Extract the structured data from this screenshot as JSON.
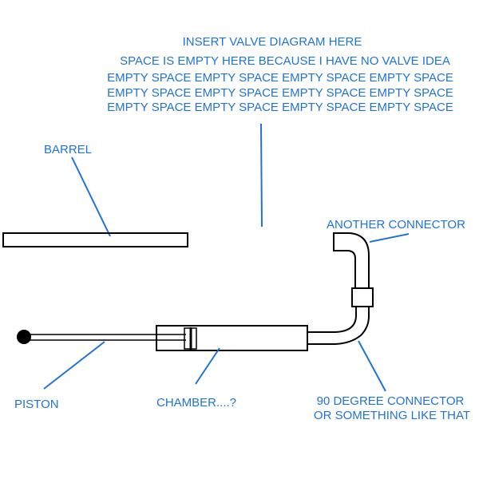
{
  "header": {
    "title": "INSERT VALVE DIAGRAM HERE",
    "lines": [
      "SPACE IS EMPTY HERE BECAUSE I HAVE NO VALVE IDEA",
      "EMPTY SPACE EMPTY SPACE EMPTY SPACE EMPTY SPACE",
      "EMPTY SPACE EMPTY SPACE EMPTY SPACE EMPTY SPACE",
      "EMPTY SPACE EMPTY SPACE EMPTY SPACE EMPTY SPACE"
    ]
  },
  "labels": {
    "barrel": "BARREL",
    "another_connector": "ANOTHER CONNECTOR",
    "piston": "PISTON",
    "chamber": "CHAMBER....?",
    "connector_line1": "90 DEGREE CONNECTOR",
    "connector_line2": "OR SOMETHING LIKE THAT"
  },
  "colors": {
    "label": "#1f73d6",
    "stroke": "#000000"
  }
}
